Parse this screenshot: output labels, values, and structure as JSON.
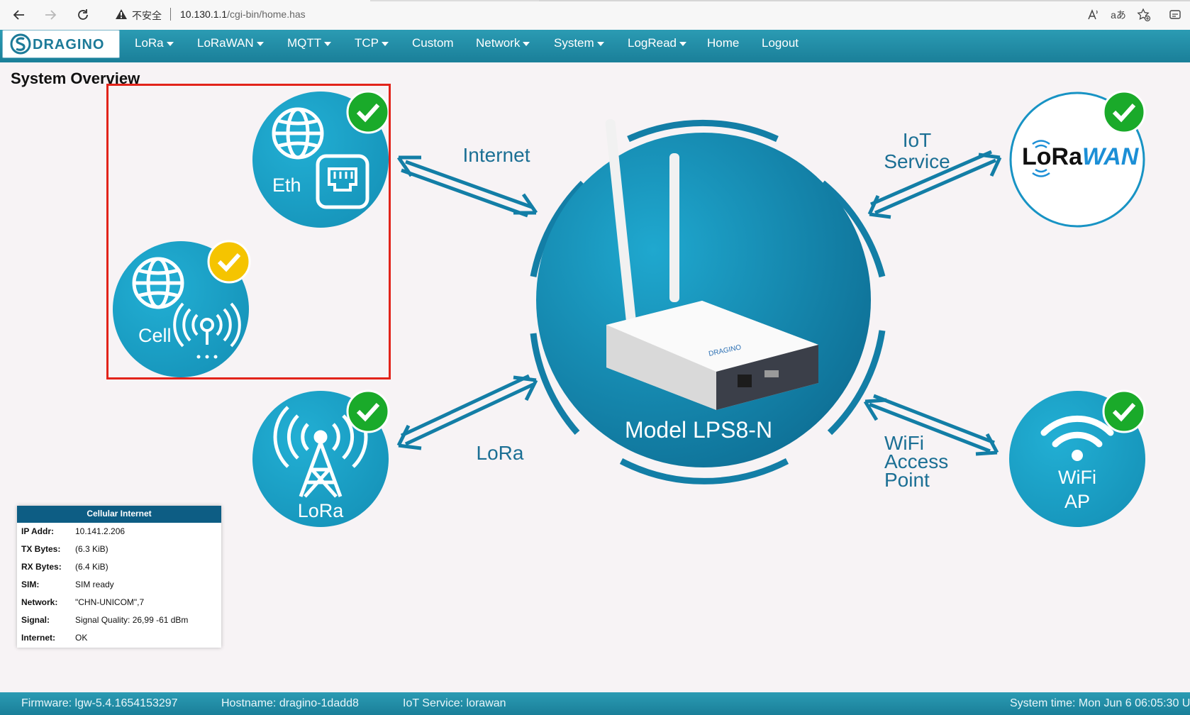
{
  "browser": {
    "security_label": "不安全",
    "url_host": "10.130.1.1",
    "url_path": "/cgi-bin/home.has",
    "read_aloud": "Aͅ",
    "translate": "aあ"
  },
  "nav": {
    "logo_text": "DRAGINO",
    "items": [
      "LoRa",
      "LoRaWAN",
      "MQTT",
      "TCP",
      "Custom",
      "Network",
      "System",
      "LogRead",
      "Home",
      "Logout"
    ]
  },
  "page": {
    "title": "System Overview"
  },
  "diagram": {
    "eth_label": "Eth",
    "cell_label": "Cell",
    "lora_label": "LoRa",
    "internet_label": "Internet",
    "lora_link_label": "LoRa",
    "iot_label_1": "IoT",
    "iot_label_2": "Service",
    "lorawan_logo_1": "LoRa",
    "lorawan_logo_2": "WAN",
    "wifi_label_1": "WiFi",
    "wifi_label_2": "Access",
    "wifi_label_3": "Point",
    "wifi_ap_1": "WiFi",
    "wifi_ap_2": "AP",
    "model_label": "Model LPS8-N",
    "device_brand": "DRAGINO",
    "status_colors": {
      "ok": "#1aaa2a",
      "warn": "#f5c400"
    }
  },
  "cellular": {
    "title": "Cellular Internet",
    "rows": [
      {
        "key": "IP Addr:",
        "value": "10.141.2.206"
      },
      {
        "key": "TX Bytes:",
        "value": "(6.3 KiB)"
      },
      {
        "key": "RX Bytes:",
        "value": "(6.4 KiB)"
      },
      {
        "key": "SIM:",
        "value": "SIM ready"
      },
      {
        "key": "Network:",
        "value": "\"CHN-UNICOM\",7"
      },
      {
        "key": "Signal:",
        "value": "Signal Quality: 26,99 -61 dBm"
      },
      {
        "key": "Internet:",
        "value": "OK"
      }
    ]
  },
  "footer": {
    "firmware": "Firmware: lgw-5.4.1654153297",
    "hostname": "Hostname: dragino-1dadd8",
    "iot_service": "IoT Service: lorawan",
    "system_time": "System time: Mon Jun 6 06:05:30 U"
  }
}
